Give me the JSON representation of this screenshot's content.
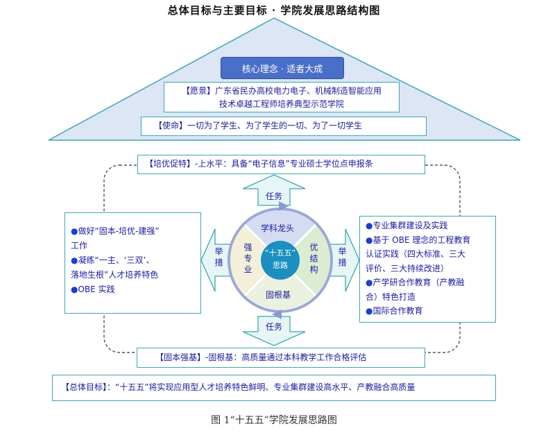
{
  "title": "总体目标与主要目标 · 学院发展思路结构图",
  "roof": {
    "core": "核心理念 · 适者大成",
    "vision_1": "【愿景】广东省民办高校电力电子、机械制造智能应用",
    "vision_2": "技术卓越工程师培养典型示范学院",
    "mission": "【使命】一切为了学生、为了学生的一切、为了一切学生"
  },
  "top_goal": "【培优促特】-上水平：具备“电子信息”专业硕士学位点申报条",
  "bottom_goal": "【固本强基】-固根基：高质量通过本科教学工作合格评估",
  "task_label": "任务",
  "measure_label": "举措",
  "circle": {
    "center_1": "“十五五”",
    "center_2": "思路",
    "top": "学科龙头",
    "bottom": "固根基",
    "left": "强专业",
    "right": "优结构"
  },
  "left_box": {
    "items": [
      "做好“固本-培优-建强”",
      "工作",
      "凝练“一主、‘三双’、",
      "落地生根”人才培养特色",
      "OBE 实践"
    ]
  },
  "right_box": {
    "items": [
      "专业集群建设及实践",
      "基于 OBE 理念的工程教育",
      "认证实践（四大标准、三大",
      "评价、三大持续改进）",
      "产学研合作教育（产教融",
      "合）特色打造",
      "国际合作教育"
    ]
  },
  "overall": "【总体目标】：“十五五”将实现应用型人才培养特色鲜明、专业集群建设高水平、产教融合高质量",
  "caption": "图 1“十五五”学院发展思路图",
  "colors": {
    "roof_fill": "#dce6f5",
    "roof_stroke": "#3fa7b0",
    "core_fill": "#4a6fc9",
    "circle_ring": "#9aa8d6",
    "arrow_fill": "#e6f5f5"
  }
}
